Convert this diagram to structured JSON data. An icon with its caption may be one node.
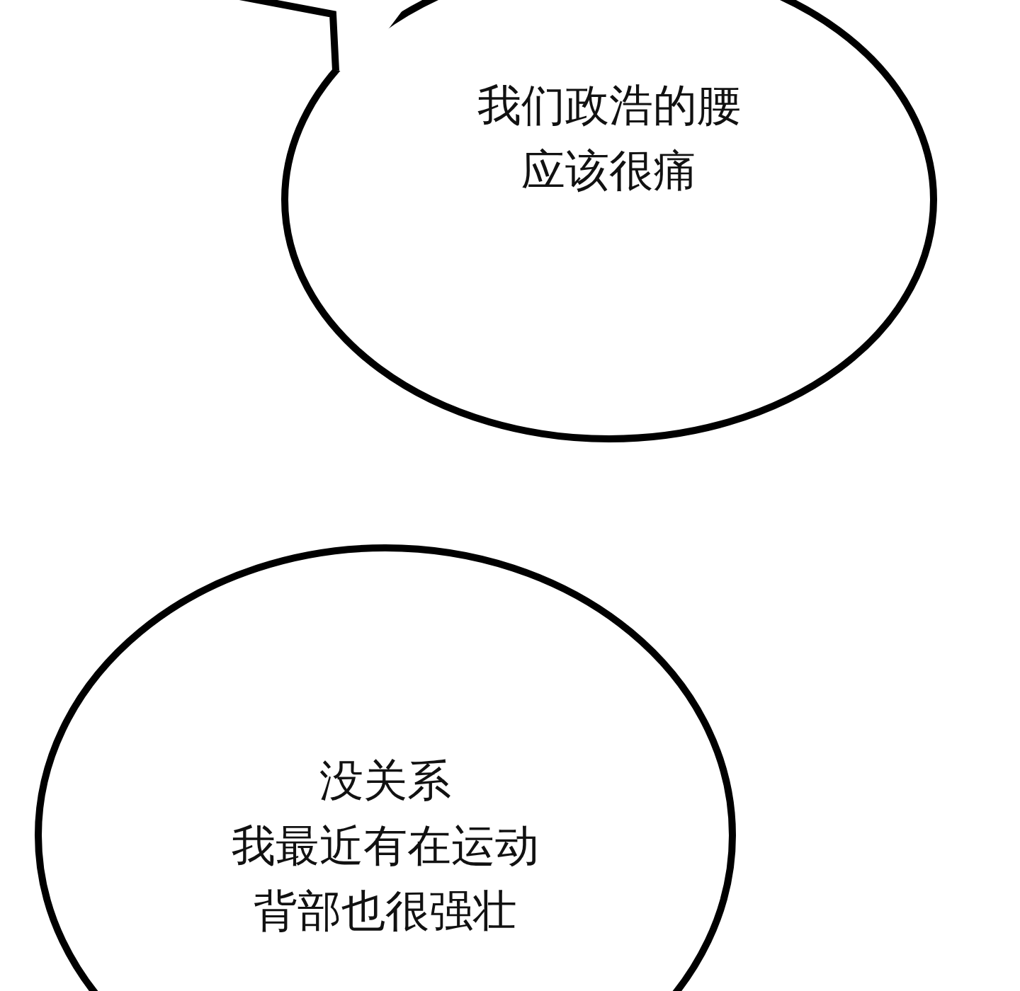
{
  "diagram": {
    "nodes": [
      {
        "text": [
          "我们政浩的腰应该很痛"
        ]
      },
      {
        "text": [
          "没关系",
          "我最近有在运动",
          "背部也很强壮"
        ]
      }
    ]
  }
}
